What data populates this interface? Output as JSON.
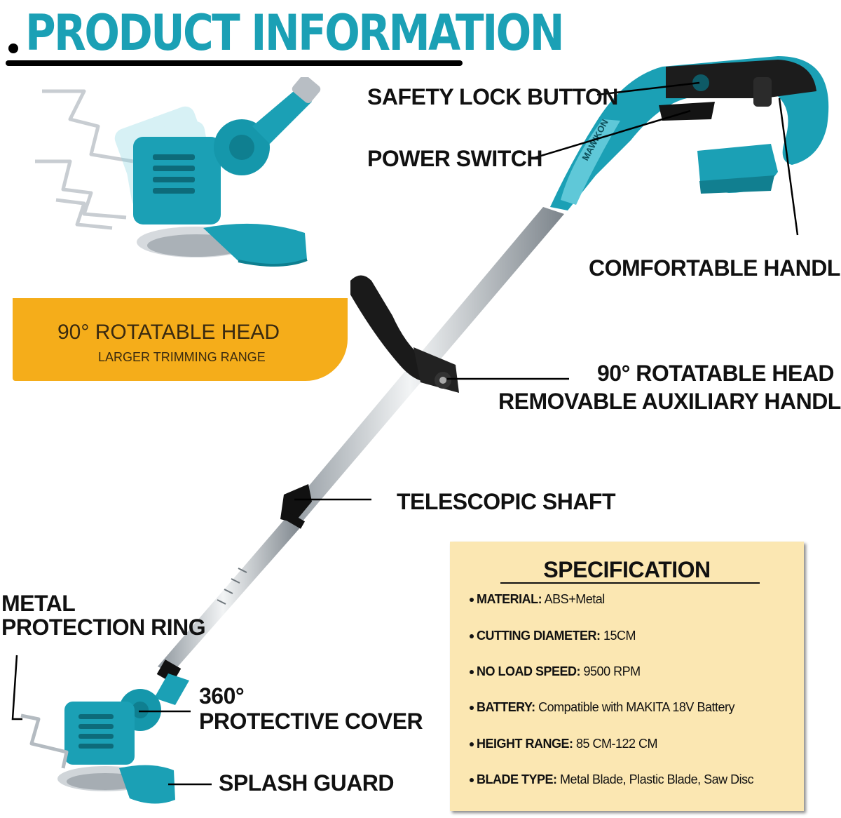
{
  "header": {
    "title": "PRODUCT INFORMATION"
  },
  "banner": {
    "heading": "90° ROTATABLE HEAD",
    "subheading": "LARGER TRIMMING RANGE"
  },
  "product_brand_text": "MAWIKON",
  "callouts": {
    "safety_lock": "SAFETY LOCK BUTTON",
    "power_switch": "POWER SWITCH",
    "comfortable_handle": "COMFORTABLE HANDLE",
    "rotatable_head": "90° ROTATABLE HEAD",
    "aux_handle": "REMOVABLE AUXILIARY HANDLE",
    "telescopic_shaft": "TELESCOPIC SHAFT",
    "metal_ring_line1": "METAL",
    "metal_ring_line2": "PROTECTION RING",
    "cover_line1": "360°",
    "cover_line2": "PROTECTIVE COVER",
    "splash_guard": "SPLASH GUARD"
  },
  "specification": {
    "title": "SPECIFICATION",
    "items": [
      {
        "label": "MATERIAL:",
        "value": "ABS+Metal"
      },
      {
        "label": "CUTTING DIAMETER:",
        "value": "15CM"
      },
      {
        "label": "NO LOAD SPEED:",
        "value": "9500 RPM"
      },
      {
        "label": "BATTERY:",
        "value": "Compatible with MAKITA 18V Battery"
      },
      {
        "label": "HEIGHT RANGE:",
        "value": "85 CM-122 CM"
      },
      {
        "label": "BLADE TYPE:",
        "value": "Metal Blade, Plastic Blade, Saw Disc"
      }
    ]
  },
  "colors": {
    "accent_teal": "#1ba0b5",
    "banner_orange": "#f5ad1a",
    "card_bg": "#fbe7b2"
  }
}
